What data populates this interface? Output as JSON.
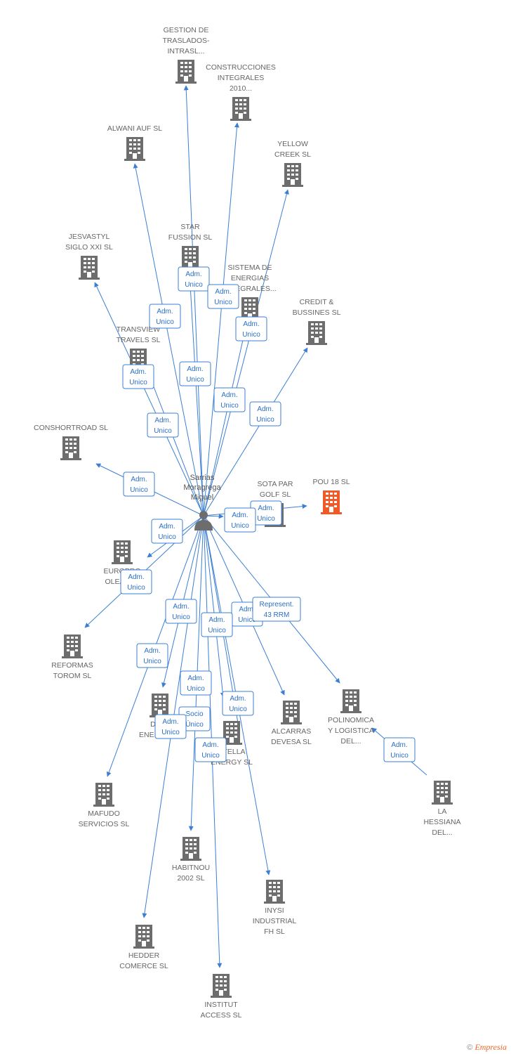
{
  "center": {
    "name_lines": [
      "Sarrias",
      "Moragrega",
      "Miguel"
    ]
  },
  "companies": [
    {
      "id": "gestion",
      "lines": [
        "GESTION DE",
        "TRASLADOS-",
        "INTRASL..."
      ],
      "color": "#6d6d6d"
    },
    {
      "id": "construcciones",
      "lines": [
        "CONSTRUCCIONES",
        "INTEGRALES",
        "2010..."
      ],
      "color": "#6d6d6d"
    },
    {
      "id": "alwani",
      "lines": [
        "ALWANI AUF SL"
      ],
      "color": "#6d6d6d"
    },
    {
      "id": "yellow",
      "lines": [
        "YELLOW",
        "CREEK SL"
      ],
      "color": "#6d6d6d"
    },
    {
      "id": "jesvastyl",
      "lines": [
        "JESVASTYL",
        "SIGLO XXI SL"
      ],
      "color": "#6d6d6d"
    },
    {
      "id": "star",
      "lines": [
        "STAR",
        "FUSSION SL"
      ],
      "color": "#6d6d6d"
    },
    {
      "id": "sistema",
      "lines": [
        "SISTEMA DE",
        "ENERGIAS",
        "INTEGRALES..."
      ],
      "color": "#6d6d6d"
    },
    {
      "id": "credit",
      "lines": [
        "CREDIT &",
        "BUSSINES SL"
      ],
      "color": "#6d6d6d"
    },
    {
      "id": "transview",
      "lines": [
        "TRANSVIEW",
        "TRAVELS SL"
      ],
      "color": "#6d6d6d"
    },
    {
      "id": "conshortroad",
      "lines": [
        "CONSHORTROAD SL"
      ],
      "color": "#6d6d6d"
    },
    {
      "id": "sotapar",
      "lines": [
        "SOTA PAR",
        "GOLF SL"
      ],
      "color": "#6d6d6d"
    },
    {
      "id": "pou18",
      "lines": [
        "POU 18 SL"
      ],
      "color": "#f05a28"
    },
    {
      "id": "europro",
      "lines": [
        "EUROPRO",
        "OLEAST..."
      ],
      "color": "#6d6d6d"
    },
    {
      "id": "reformas",
      "lines": [
        "REFORMAS",
        "TOROM SL"
      ],
      "color": "#6d6d6d"
    },
    {
      "id": "days",
      "lines": [
        "DAYS",
        "ENERGY SL"
      ],
      "color": "#6d6d6d"
    },
    {
      "id": "stella",
      "lines": [
        "STELLA",
        "ENERGY SL"
      ],
      "color": "#6d6d6d"
    },
    {
      "id": "alcarras",
      "lines": [
        "ALCARRAS",
        "DEVESA SL"
      ],
      "color": "#6d6d6d"
    },
    {
      "id": "polinomica",
      "lines": [
        "POLINOMICA",
        "Y LOGISTICA",
        "DEL..."
      ],
      "color": "#6d6d6d"
    },
    {
      "id": "hessiana",
      "lines": [
        "LA",
        "HESSIANA",
        "DEL..."
      ],
      "color": "#6d6d6d"
    },
    {
      "id": "mafudo",
      "lines": [
        "MAFUDO",
        "SERVICIOS SL"
      ],
      "color": "#6d6d6d"
    },
    {
      "id": "habitnou",
      "lines": [
        "HABITNOU",
        "2002 SL"
      ],
      "color": "#6d6d6d"
    },
    {
      "id": "inysi",
      "lines": [
        "INYSI",
        "INDUSTRIAL",
        "FH SL"
      ],
      "color": "#6d6d6d"
    },
    {
      "id": "hedder",
      "lines": [
        "HEDDER",
        "COMERCE SL"
      ],
      "color": "#6d6d6d"
    },
    {
      "id": "institut",
      "lines": [
        "INSTITUT",
        "ACCESS SL"
      ],
      "color": "#6d6d6d"
    }
  ],
  "edge_labels": [
    {
      "lines": [
        "Adm.",
        "Unico"
      ]
    },
    {
      "lines": [
        "Adm.",
        "Unico"
      ]
    },
    {
      "lines": [
        "Adm.",
        "Unico"
      ]
    },
    {
      "lines": [
        "Adm.",
        "Unico"
      ]
    },
    {
      "lines": [
        "Adm.",
        "Unico"
      ]
    },
    {
      "lines": [
        "Adm.",
        "Unico"
      ]
    },
    {
      "lines": [
        "Adm.",
        "Unico"
      ]
    },
    {
      "lines": [
        "Adm.",
        "Unico"
      ]
    },
    {
      "lines": [
        "Adm.",
        "Unico"
      ]
    },
    {
      "lines": [
        "Adm.",
        "Unico"
      ]
    },
    {
      "lines": [
        "Adm.",
        "Unico"
      ]
    },
    {
      "lines": [
        "Adm.",
        "Unico"
      ]
    },
    {
      "lines": [
        "Adm.",
        "Unico"
      ]
    },
    {
      "lines": [
        "Adm.",
        "Unico"
      ]
    },
    {
      "lines": [
        "Adm.",
        "Unico"
      ]
    },
    {
      "lines": [
        "Represent.",
        "43 RRM"
      ]
    },
    {
      "lines": [
        "Adm.",
        "Unico"
      ]
    },
    {
      "lines": [
        "Adm.",
        "Unico"
      ]
    },
    {
      "lines": [
        "Adm.",
        "Unico"
      ]
    },
    {
      "lines": [
        "Adm.",
        "Unico"
      ]
    },
    {
      "lines": [
        "Socio",
        "Único"
      ]
    },
    {
      "lines": [
        "Adm.",
        "Unico"
      ]
    },
    {
      "lines": [
        "Adm.",
        "Unico"
      ]
    },
    {
      "lines": [
        "Adm.",
        "Unico"
      ]
    },
    {
      "lines": [
        "Adm.",
        "Unico"
      ]
    }
  ],
  "footer": {
    "copyright": "©",
    "brand": "Empresia"
  },
  "colors": {
    "edge": "#3b7fd4",
    "building": "#6d6d6d",
    "highlight": "#f05a28",
    "person": "#6d6d6d"
  }
}
